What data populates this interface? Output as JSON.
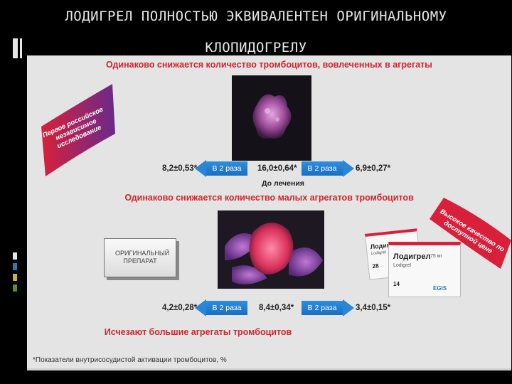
{
  "title": {
    "line1": "ЛОДИГРЕЛ ПОЛНОСТЬЮ ЭКВИВАЛЕНТЕН ОРИГИНАЛЬНОМУ",
    "line2": "КЛОПИДОГРЕЛУ"
  },
  "slide": {
    "heading1": "Одинаково снижается количество тромбоцитов, вовлеченных в агрегаты",
    "heading2": "Одинаково снижается количество малых агрегатов тромбоцитов",
    "heading3": "Исчезают большие агрегаты тромбоцитов",
    "row1": {
      "left": "8,2±0,53*",
      "center": "16,0±0,64*",
      "right": "6,9±0,27*",
      "pill_left": "В 2 раза",
      "pill_right": "В 2 раза",
      "caption": "До лечения"
    },
    "row2": {
      "left": "4,2±0,28*",
      "center": "8,4±0,34*",
      "right": "3,4±0,15*",
      "pill_left": "В 2 раза",
      "pill_right": "В 2 раза"
    },
    "flag_left": "Первое российское независимое исследование",
    "flag_right": "Высокое качество по доступной цене",
    "original_box": "ОРИГИНАЛЬНЫЙ ПРЕПАРАТ",
    "pack_name_ru": "Лодигрел",
    "pack_name_lat": "Lodigrel",
    "pack_dose": "75 мг",
    "pack_count1": "28",
    "pack_count2": "14",
    "pack_brand": "EGIS",
    "footnote": "*Показатели внутрисосудистой активации тромбоцитов, %"
  },
  "colors": {
    "accent_red": "#d0262c",
    "pill_blue": "#2a85d6",
    "flag_purple": "#7b2d8e",
    "flag_red": "#d8203a"
  }
}
